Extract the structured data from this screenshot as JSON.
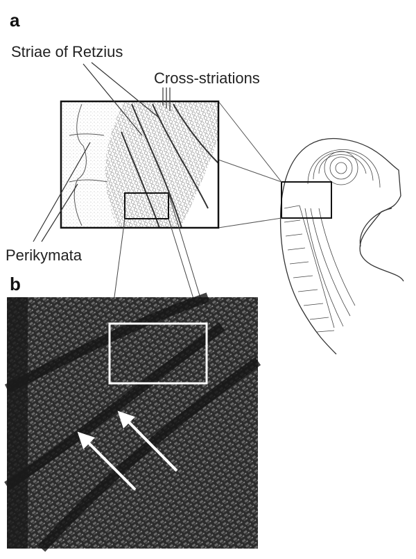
{
  "figure": {
    "panel_a": {
      "letter": "a",
      "labels": {
        "striae": "Striae of Retzius",
        "cross": "Cross-striations",
        "perikymata": "Perikymata"
      }
    },
    "panel_b": {
      "letter": "b"
    },
    "colors": {
      "ink": "#222222",
      "micrograph_bg": "#2a2a2a",
      "highlight_box": "#ffffff",
      "arrow": "#ffffff"
    }
  }
}
